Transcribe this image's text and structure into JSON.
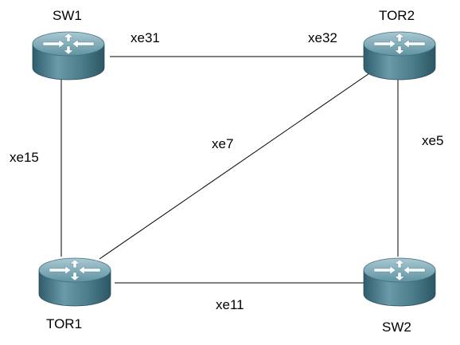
{
  "nodes": [
    {
      "id": "sw1",
      "label": "SW1",
      "icon": "router-icon"
    },
    {
      "id": "tor2",
      "label": "TOR2",
      "icon": "router-icon"
    },
    {
      "id": "tor1",
      "label": "TOR1",
      "icon": "router-icon"
    },
    {
      "id": "sw2",
      "label": "SW2",
      "icon": "router-icon"
    }
  ],
  "links": [
    {
      "from": "sw1",
      "to": "tor2",
      "labels": [
        "xe31",
        "xe32"
      ]
    },
    {
      "from": "sw1",
      "to": "tor1",
      "labels": [
        "xe15"
      ]
    },
    {
      "from": "tor2",
      "to": "tor1",
      "labels": [
        "xe7"
      ]
    },
    {
      "from": "tor2",
      "to": "sw2",
      "labels": [
        "xe5"
      ]
    },
    {
      "from": "tor1",
      "to": "sw2",
      "labels": [
        "xe11"
      ]
    }
  ],
  "colors": {
    "line": "#000000",
    "router_top": "#6fa0ae",
    "router_side": "#3e6f7e",
    "router_arrows": "#ffffff"
  }
}
